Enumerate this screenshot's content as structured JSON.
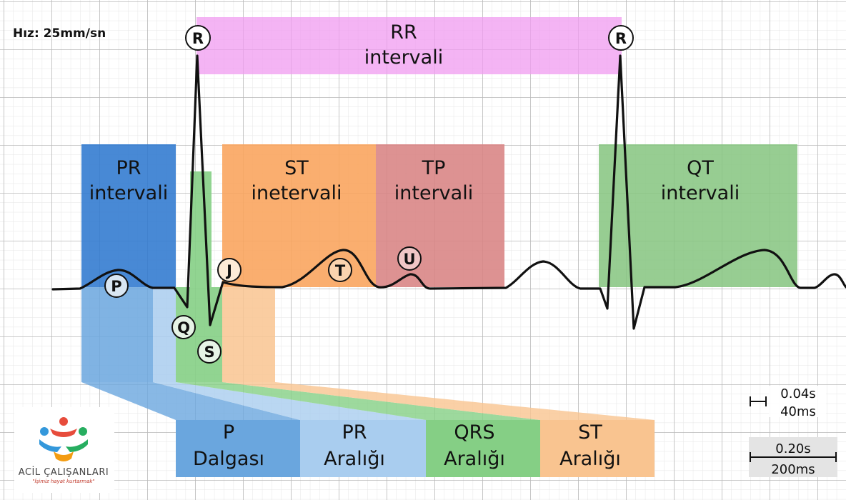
{
  "speed_label": "Hız: 25mm/sn",
  "intervals": {
    "rr": {
      "line1": "RR",
      "line2": "intervali",
      "color": "#f09bf0"
    },
    "pr": {
      "line1": "PR",
      "line2": "intervali",
      "color": "#2f79cf"
    },
    "st": {
      "line1": "ST",
      "line2": "inetervali",
      "color": "#f9a35b"
    },
    "tp": {
      "line1": "TP",
      "line2": "intervali",
      "color": "#d88383"
    },
    "qt": {
      "line1": "QT",
      "line2": "intervali",
      "color": "#85c47f"
    }
  },
  "waves": {
    "r1": "R",
    "r2": "R",
    "p": "P",
    "q": "Q",
    "s": "S",
    "j": "J",
    "t": "T",
    "u": "U"
  },
  "segments": {
    "p_wave": {
      "line1": "P",
      "line2": "Dalgası",
      "color": "#6aa6de"
    },
    "pr_segment": {
      "line1": "PR",
      "line2": "Aralığı",
      "color": "#a9cdef"
    },
    "qrs": {
      "line1": "QRS",
      "line2": "Aralığı",
      "color": "#85cf85"
    },
    "st_segment": {
      "line1": "ST",
      "line2": "Aralığı",
      "color": "#f9c490"
    }
  },
  "scale": {
    "small_top": "0.04s",
    "small_bottom": "40ms",
    "large_top": "0.20s",
    "large_bottom": "200ms"
  },
  "logo": {
    "name": "ACİL ÇALIŞANLARI",
    "slogan": "\"İşimiz hayat kurtarmak\""
  }
}
